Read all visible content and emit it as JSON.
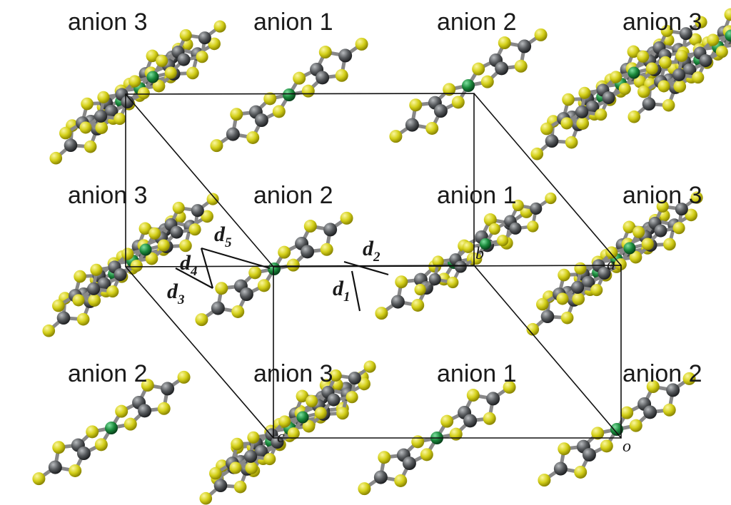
{
  "figure": {
    "anion_labels": [
      "anion 3",
      "anion 1",
      "anion 2",
      "anion 3",
      "anion 3",
      "anion 2",
      "anion 1",
      "anion 3",
      "anion 2",
      "anion 3",
      "anion 1",
      "anion 2"
    ],
    "contact_labels": [
      {
        "letter": "d",
        "sub": "5"
      },
      {
        "letter": "d",
        "sub": "4"
      },
      {
        "letter": "d",
        "sub": "3"
      },
      {
        "letter": "d",
        "sub": "2"
      },
      {
        "letter": "d",
        "sub": "1"
      }
    ],
    "axis_labels": {
      "a": "a",
      "b": "b",
      "c": "c",
      "o": "o"
    },
    "atom_colors": {
      "sulfur": "#d4d01a",
      "carbon": "#56595c",
      "metal": "#1b8a3c",
      "bond": "#888888"
    }
  }
}
